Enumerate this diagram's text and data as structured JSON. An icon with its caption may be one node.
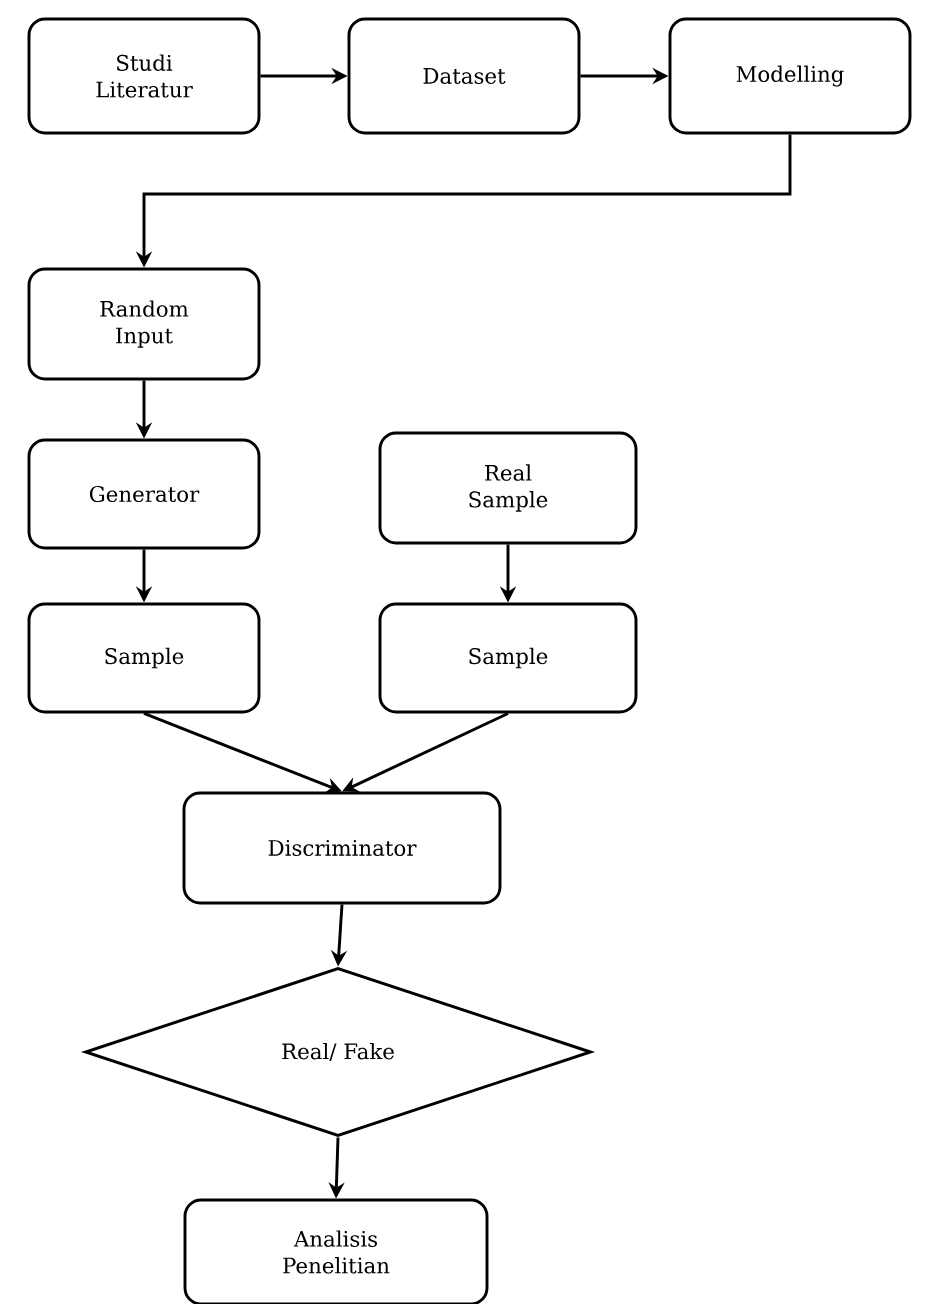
{
  "diagram": {
    "nodes": [
      {
        "text": [
          "Studi Literatur"
        ]
      },
      {
        "text": [
          "Dataset"
        ]
      },
      {
        "text": [
          "Modelling"
        ]
      },
      {
        "text": [
          "Random Input"
        ]
      },
      {
        "text": [
          "Generator"
        ]
      },
      {
        "text": [
          "Real Sample"
        ]
      },
      {
        "text": [
          "Sample"
        ]
      },
      {
        "text": [
          "Sample"
        ]
      },
      {
        "text": [
          "Discriminator"
        ]
      },
      {
        "text": [
          "Real/ Fake"
        ]
      },
      {
        "text": [
          "Analisis Penelitian"
        ]
      }
    ],
    "edges": [
      {
        "from": 0,
        "to": 1,
        "arrow": "to"
      },
      {
        "from": 1,
        "to": 2,
        "arrow": "to"
      },
      {
        "from": 2,
        "to": 3,
        "arrow": "to"
      },
      {
        "from": 3,
        "to": 4,
        "arrow": "to"
      },
      {
        "from": 4,
        "to": 6,
        "arrow": "to"
      },
      {
        "from": 5,
        "to": 7,
        "arrow": "to"
      },
      {
        "from": 6,
        "to": 8,
        "arrow": "to"
      },
      {
        "from": 7,
        "to": 8,
        "arrow": "to"
      },
      {
        "from": 8,
        "to": 9,
        "arrow": "to"
      },
      {
        "from": 9,
        "to": 10,
        "arrow": "to"
      }
    ]
  }
}
